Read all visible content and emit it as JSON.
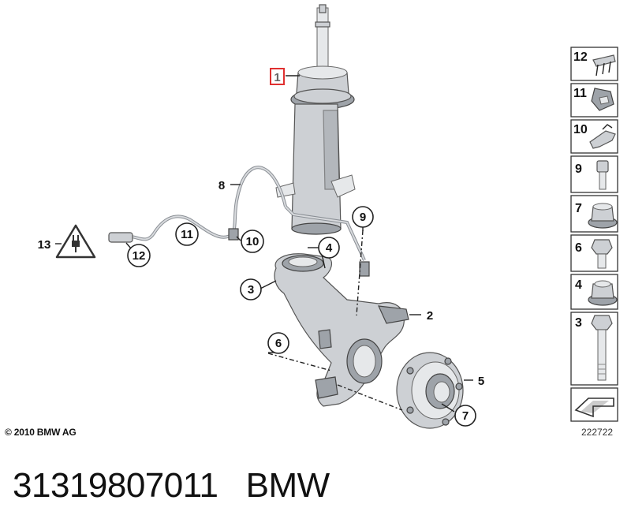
{
  "diagram": {
    "callouts": [
      {
        "id": "1",
        "label": "1"
      },
      {
        "id": "2",
        "label": "2"
      },
      {
        "id": "3",
        "label": "3"
      },
      {
        "id": "4",
        "label": "4"
      },
      {
        "id": "5",
        "label": "5"
      },
      {
        "id": "6",
        "label": "6"
      },
      {
        "id": "7",
        "label": "7"
      },
      {
        "id": "8",
        "label": "8"
      },
      {
        "id": "9",
        "label": "9"
      },
      {
        "id": "10",
        "label": "10"
      },
      {
        "id": "11",
        "label": "11"
      },
      {
        "id": "12",
        "label": "12"
      },
      {
        "id": "13",
        "label": "13"
      }
    ],
    "highlighted_callout": "1",
    "highlight_color": "#e03030"
  },
  "parts_panel": {
    "items": [
      "12",
      "11",
      "10",
      "9",
      "7",
      "6",
      "4",
      "3"
    ]
  },
  "footer": {
    "copyright": "© 2010 BMW AG",
    "diagram_number": "222722"
  },
  "caption": {
    "part_number": "31319807011",
    "brand": "BMW"
  }
}
